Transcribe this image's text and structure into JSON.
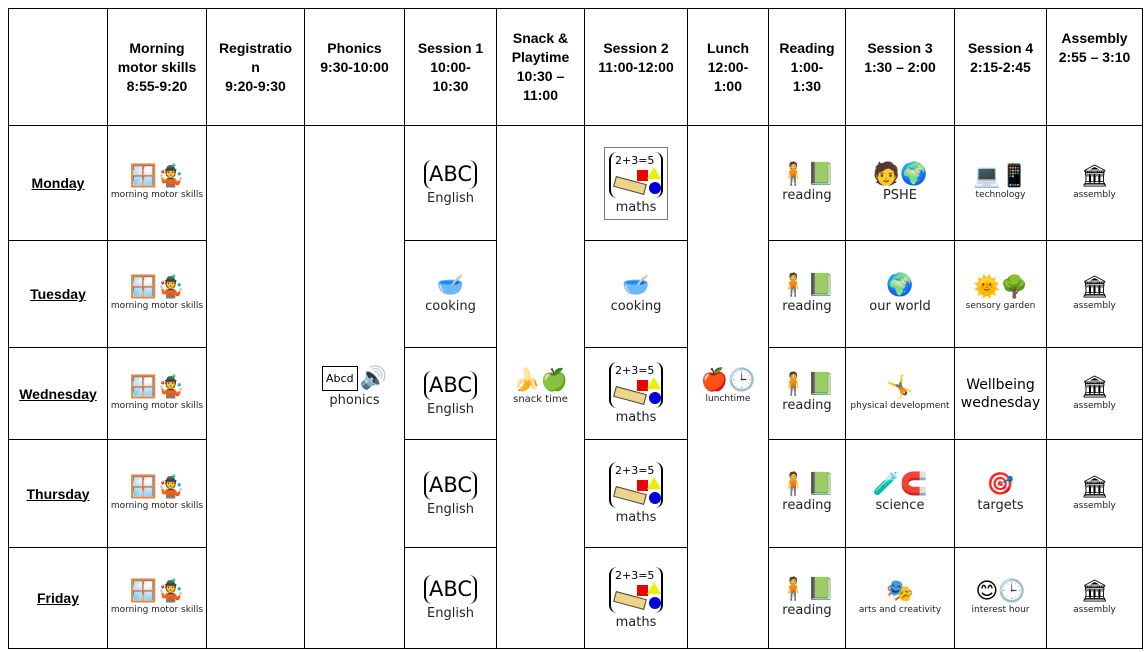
{
  "headers": [
    "",
    "Morning\nmotor skills\n8:55-9:20",
    "Registratio\nn\n9:20-9:30",
    "Phonics\n9:30-10:00",
    "Session 1\n10:00-\n10:30",
    "Snack &\nPlaytime\n10:30 –\n11:00",
    "Session 2\n11:00-12:00",
    "Lunch\n12:00-\n1:00",
    "Reading\n1:00-\n1:30",
    "Session 3\n1:30 – 2:00",
    "Session 4\n2:15-2:45",
    "Assembly\n2:55 – 3:10"
  ],
  "merged": {
    "phonics": "phonics",
    "phonics_card": "Abcd",
    "snack": "snack time",
    "lunch": "lunchtime"
  },
  "days": [
    {
      "day": "Monday",
      "motor": "morning motor skills",
      "s1": "English",
      "s2": "maths",
      "reading": "reading",
      "s3": "PSHE",
      "s4": "technology",
      "assembly": "assembly"
    },
    {
      "day": "Tuesday",
      "motor": "morning motor skills",
      "s1": "cooking",
      "s2": "cooking",
      "reading": "reading",
      "s3": "our world",
      "s4": "sensory garden",
      "assembly": "assembly"
    },
    {
      "day": "Wednesday",
      "motor": "morning motor skills",
      "s1": "English",
      "s2": "maths",
      "reading": "reading",
      "s3": "physical development",
      "s4": "Wellbeing\nwednesday",
      "assembly": "assembly"
    },
    {
      "day": "Thursday",
      "motor": "morning motor skills",
      "s1": "English",
      "s2": "maths",
      "reading": "reading",
      "s3": "science",
      "s4": "targets",
      "assembly": "assembly"
    },
    {
      "day": "Friday",
      "motor": "morning motor skills",
      "s1": "English",
      "s2": "maths",
      "reading": "reading",
      "s3": "arts and creativity",
      "s4": "interest hour",
      "assembly": "assembly"
    }
  ],
  "math_eq": "2+3=5",
  "abc": "ABC"
}
